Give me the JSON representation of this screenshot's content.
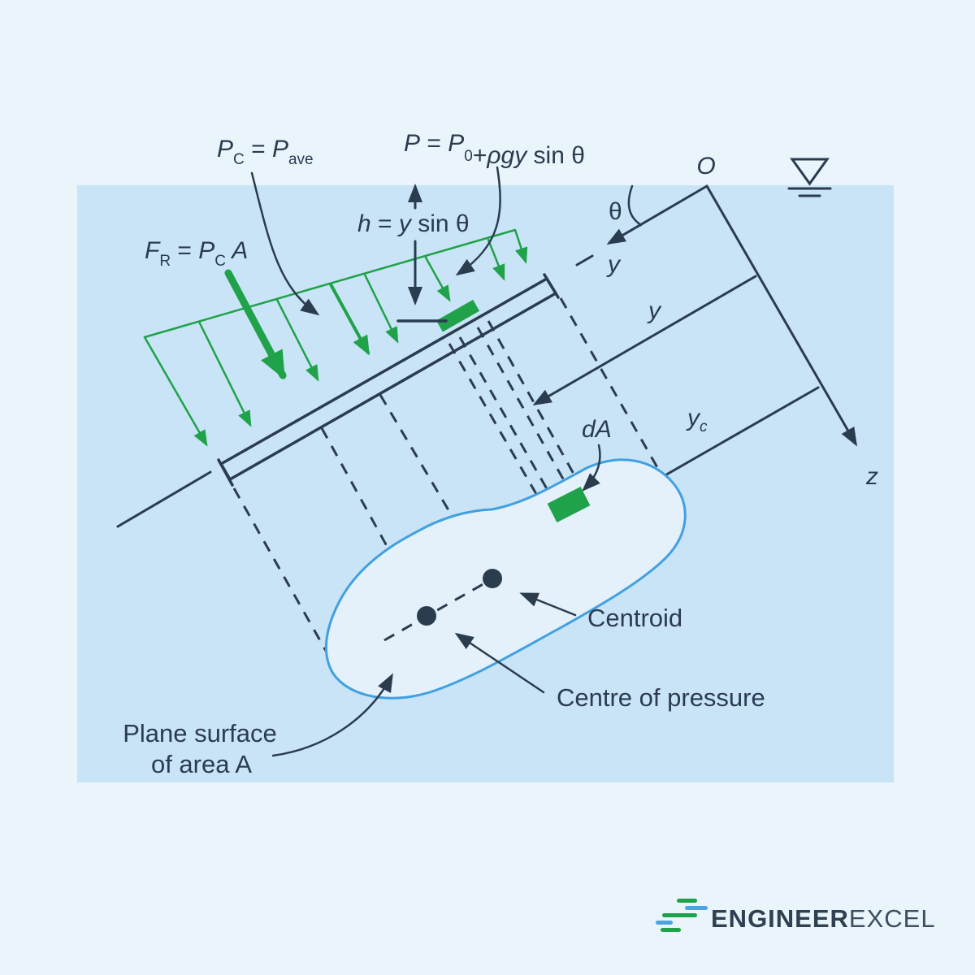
{
  "colors": {
    "bg": "#e9f4fb",
    "water": "#c9e4f6",
    "navy": "#2b3c4f",
    "green": "#1fa24a",
    "blob_stroke": "#41a0e1",
    "blob_fill": "#e4f1fa",
    "logo_blue": "#4ba4e0",
    "logo_navy": "#2e4052"
  },
  "formulas": {
    "pc_ave": {
      "p1": "P",
      "c": "C",
      "eq": " = ",
      "p2": "P",
      "ave": "ave"
    },
    "p_total": {
      "p1": "P",
      "eq": " = ",
      "p2": "P",
      "zero": "0",
      "plus": "+",
      "rho_gy": "ρgy",
      "sin": " sin θ"
    },
    "h_depth": {
      "h": "h",
      "eq": " = ",
      "y": "y",
      "sin": " sin θ"
    },
    "fr": {
      "f": "F",
      "r": "R",
      "eq": " = ",
      "p": "P",
      "c": "C",
      "a": " A"
    },
    "da": {
      "d": "d",
      "a": "A"
    }
  },
  "axes": {
    "origin": "O",
    "theta": "θ",
    "y_axis": "y",
    "y_dim": "y",
    "yc_base": "y",
    "yc_sub": "c",
    "z": "z"
  },
  "labels": {
    "centroid": "Centroid",
    "centre_of_pressure": "Centre of pressure",
    "plane_line1": "Plane surface",
    "plane_line2": "of area A"
  },
  "logo": {
    "word1": "ENGINEER",
    "word2": "EXCEL"
  }
}
